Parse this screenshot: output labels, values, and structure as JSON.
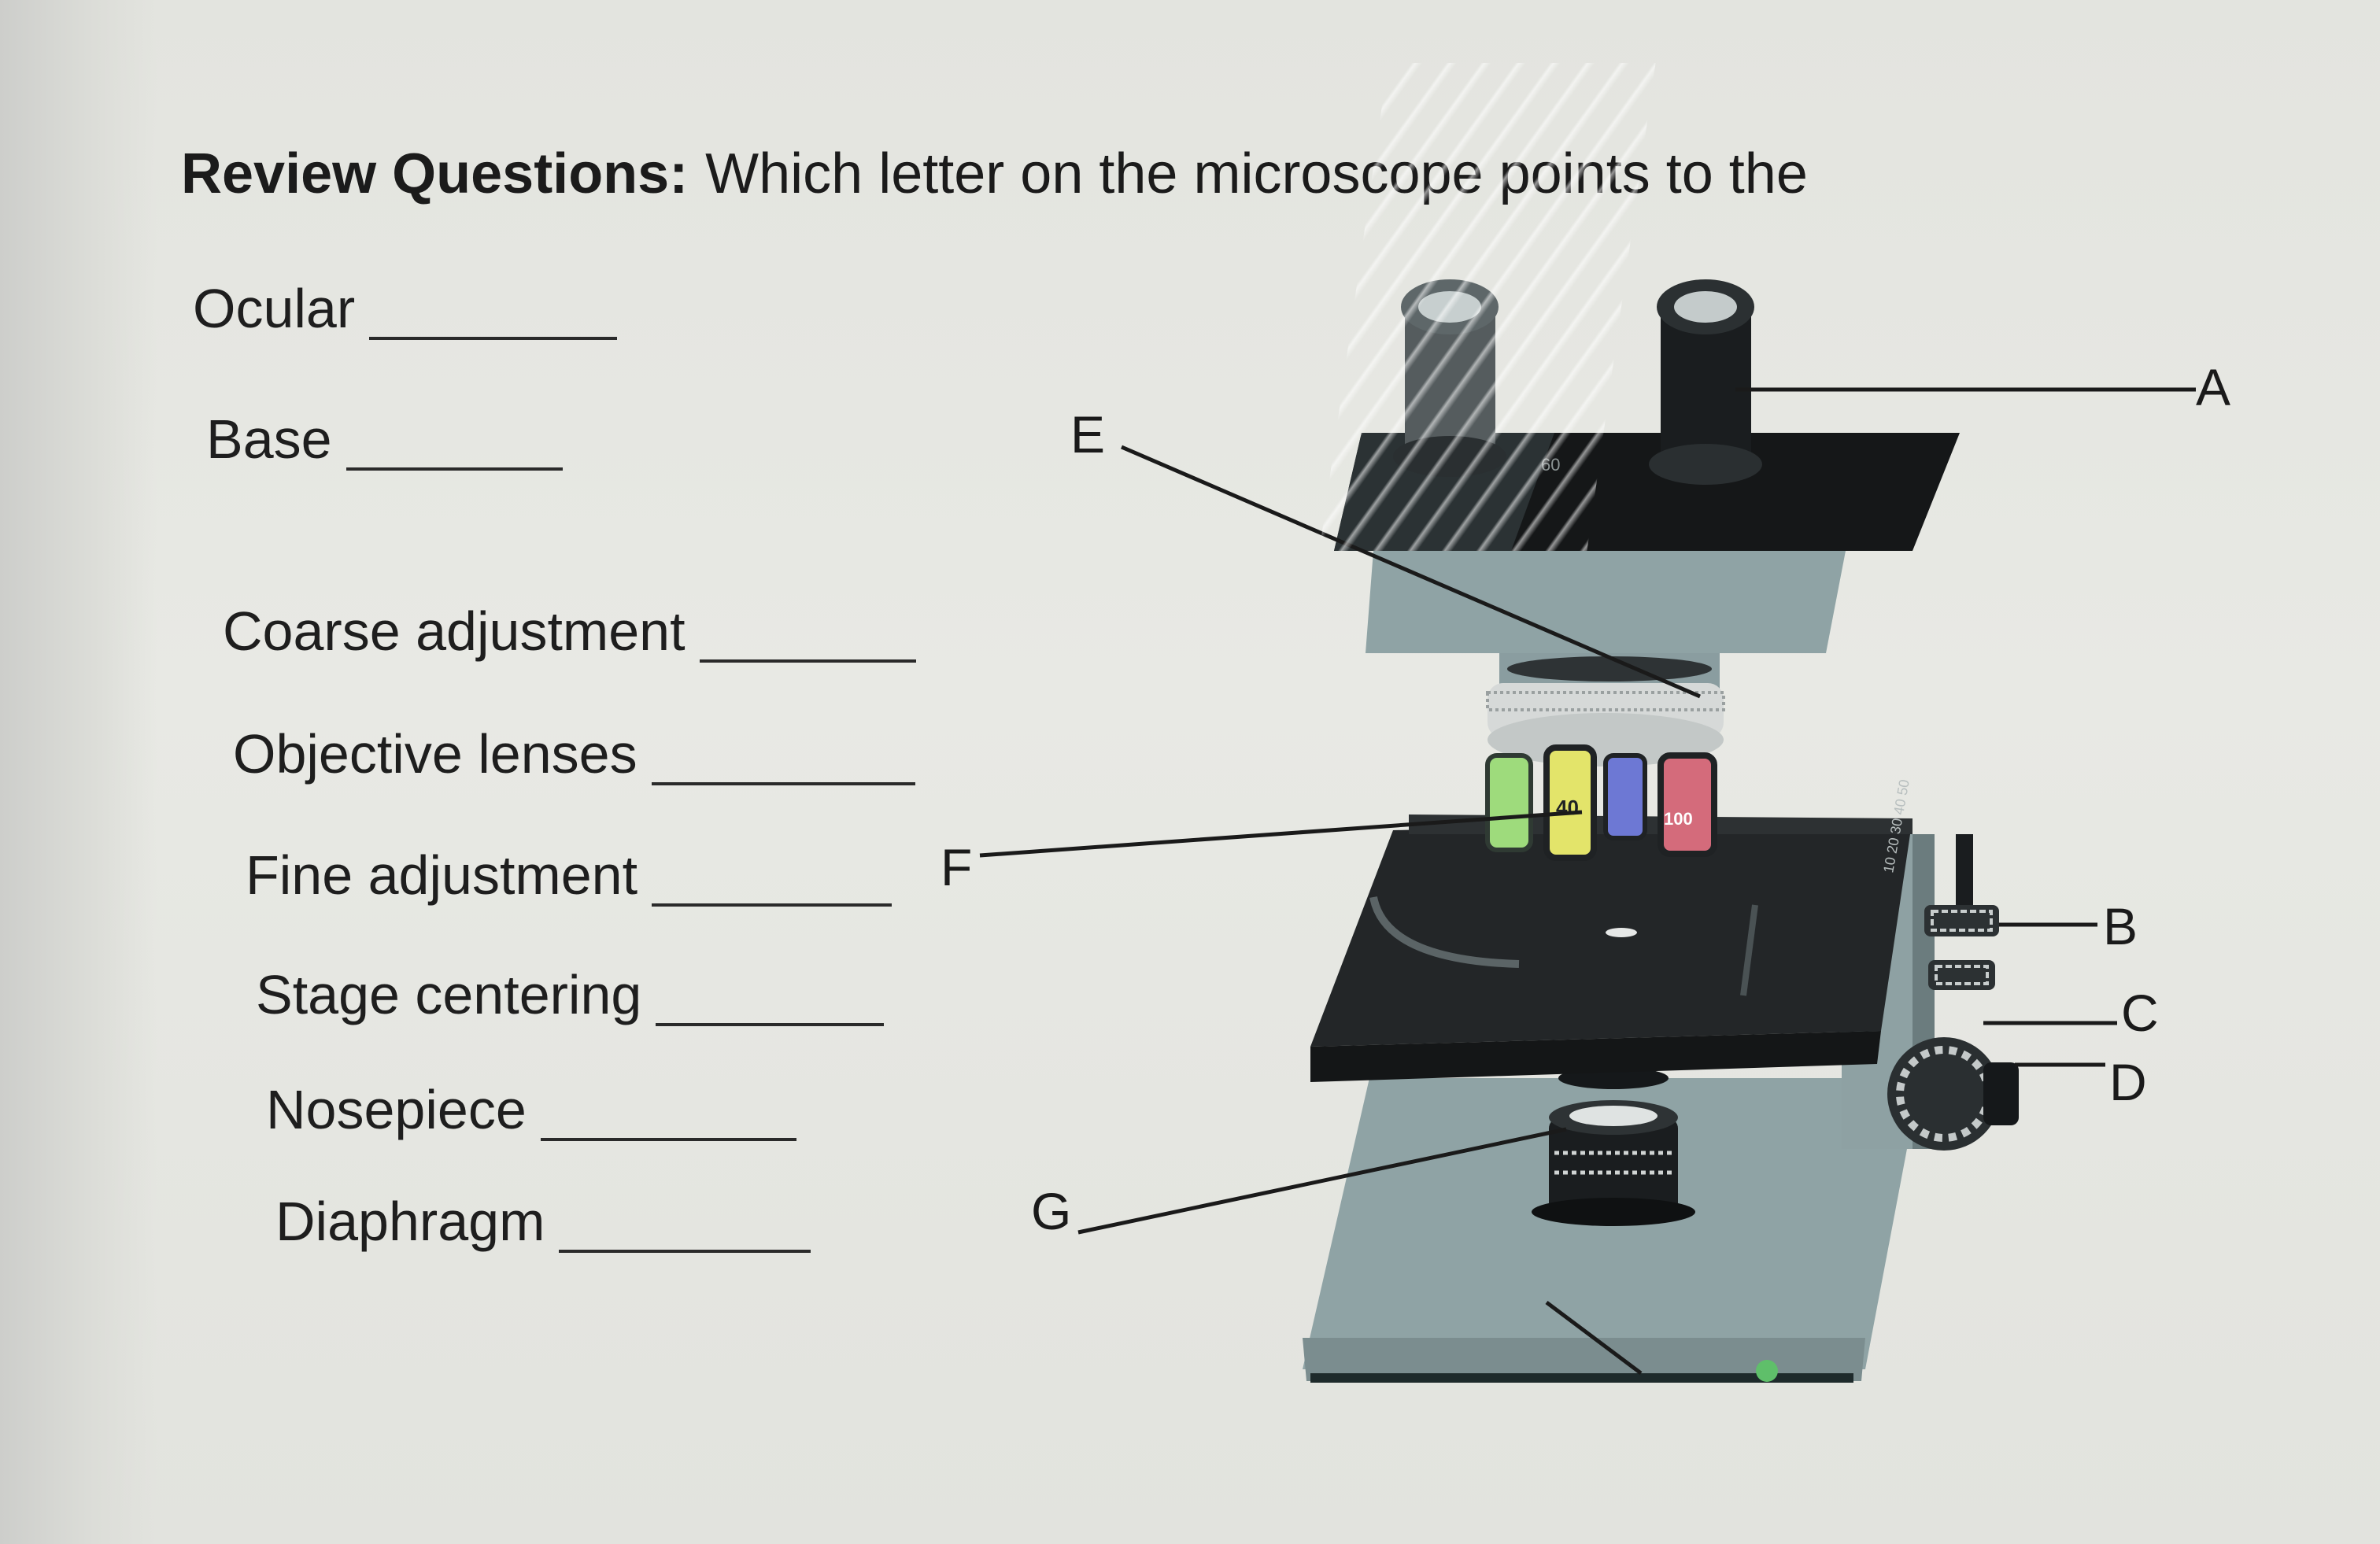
{
  "header": {
    "title_bold": "Review Questions:",
    "title_rest": "Which letter on the microscope points to the"
  },
  "questions": [
    {
      "label": "Ocular"
    },
    {
      "label": "Base"
    },
    {
      "label": "Coarse adjustment"
    },
    {
      "label": "Objective lenses"
    },
    {
      "label": "Fine adjustment"
    },
    {
      "label": "Stage centering"
    },
    {
      "label": "Nosepiece"
    },
    {
      "label": "Diaphragm"
    }
  ],
  "diagram": {
    "callouts": {
      "a": "A",
      "b": "B",
      "c": "C",
      "d": "D",
      "e": "E",
      "f": "F",
      "g": "G"
    },
    "scale_marks": {
      "head": "60",
      "stage": "10 20 30 40 50"
    },
    "objective_marks": {
      "lens_a": "40",
      "lens_b": "100"
    }
  },
  "colors": {
    "microscope_body": "#8fa3a5",
    "microscope_dark": "#1f2224",
    "stage": "#232628",
    "text": "#1e1e1e"
  }
}
